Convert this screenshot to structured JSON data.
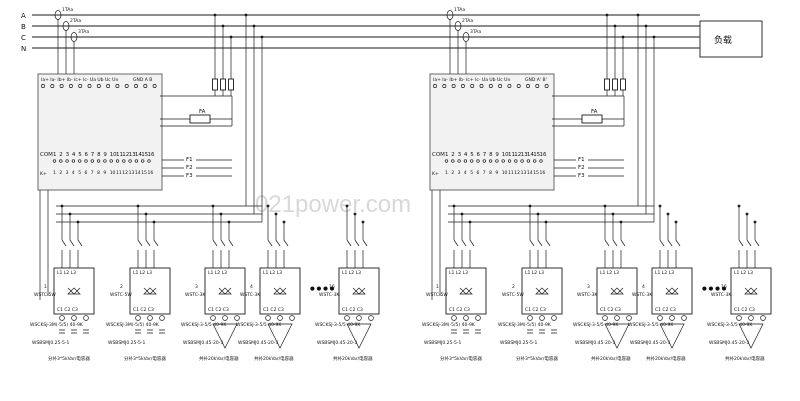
{
  "phase_labels": [
    "A",
    "B",
    "C",
    "N"
  ],
  "load_label": "负载",
  "watermark": "021power.com",
  "ct_labels": [
    "1TAa",
    "2TAa",
    "3TAa"
  ],
  "left_panel": {
    "terminal_label": "Ia+ Ia- Ib+ Ib- Ic+ Ic- Ua Ub Uc Un",
    "gnd_label": "GND A B",
    "com_label": "COM",
    "channels": [
      "1",
      "2",
      "3",
      "4",
      "5",
      "6",
      "7",
      "8",
      "9",
      "10",
      "11",
      "12",
      "13",
      "14",
      "15",
      "16"
    ],
    "k_label": "K+",
    "fa_label": "FA",
    "fuse_labels": [
      "F1",
      "F2",
      "F3"
    ],
    "module_labels": [
      "WSTC-5W",
      "WSTC-5W",
      "WSTC-3K",
      "WSTC-3K",
      "WSTC-3K"
    ],
    "switch_labels": [
      "WSCKSJ-3M(-5/5) 40-9K",
      "WSCKSJ-3M(-5/5) 40-9K",
      "WSCKSJ-3-5/5 40-9K",
      "WSCKSJ-3-5/5 40-9K",
      "WSCKSJ-3-5/5 40-9K"
    ],
    "cap_type_labels": [
      "WSBSMJ0.25-5-1",
      "WSBSMJ0.25-5-1",
      "WSBSMJ0.45-20-3",
      "WSBSMJ0.45-20-3",
      "WSBSMJ0.45-20-3"
    ],
    "group_labels": [
      "分补3*5kVar/电容器",
      "分补3*5kVar/电容器",
      "共补20kVar/电容器",
      "共补20kVar/电容器",
      "共补20kVar/电容器"
    ],
    "sequence": [
      "1",
      "2",
      "3",
      "4",
      "16"
    ]
  },
  "right_panel": {
    "terminal_label": "Ia+ Ia- Ib+ Ib- Ic+ Ic- Ua Ub Uc Un",
    "gnd_label": "GND A' B'",
    "com_label": "COM",
    "channels": [
      "1",
      "2",
      "3",
      "4",
      "5",
      "6",
      "7",
      "8",
      "9",
      "10",
      "11",
      "12",
      "13",
      "14",
      "15",
      "16"
    ],
    "k_label": "K+",
    "fa_label": "FA",
    "fuse_labels": [
      "F1",
      "F2",
      "F3"
    ],
    "module_labels": [
      "WSTC-5W",
      "WSTC-5W",
      "WSTC-3K",
      "WSTC-3K",
      "WSTC-3K"
    ],
    "switch_labels": [
      "WSCKSJ-3M(-5/5) 40-9K",
      "WSCKSJ-3M(-5/5) 40-9K",
      "WSCKSJ-3-5/5 40-9K",
      "WSCKSJ-3-5/5 40-9K",
      "WSCKSJ-3-5/5 40-9K"
    ],
    "cap_type_labels": [
      "WSBSMJ0.25-5-1",
      "WSBSMJ0.25-5-1",
      "WSBSMJ0.45-20-3",
      "WSBSMJ0.45-20-3",
      "WSBSMJ0.45-20-3"
    ],
    "group_labels": [
      "分补3*5kVar/电容器",
      "分补3*5kVar/电容器",
      "共补20kVar/电容器",
      "共补20kVar/电容器",
      "共补20kVar/电容器"
    ],
    "sequence": [
      "1",
      "2",
      "3",
      "4",
      "16"
    ]
  }
}
